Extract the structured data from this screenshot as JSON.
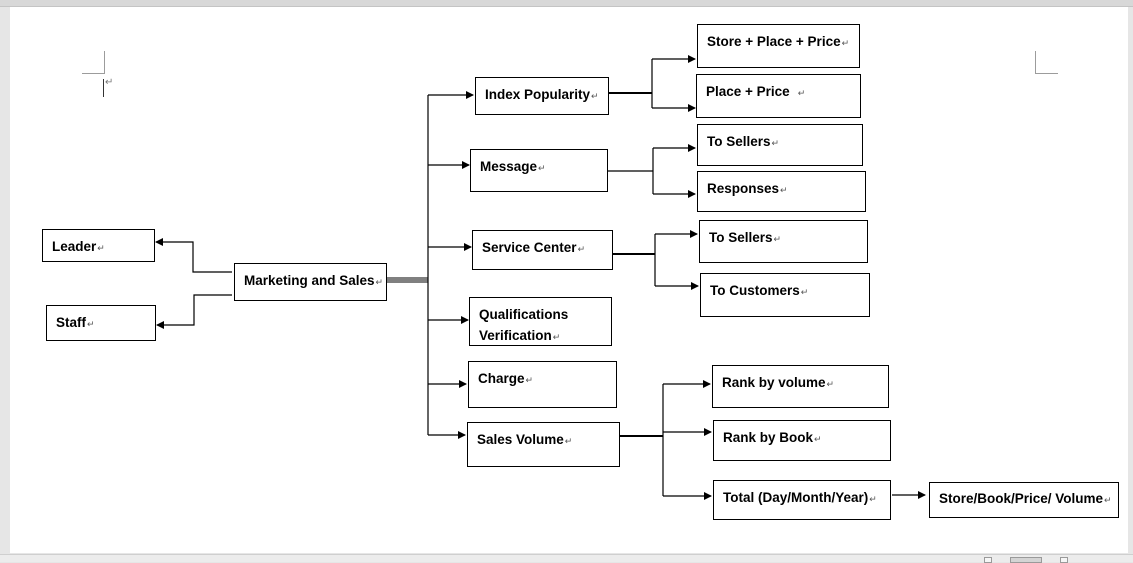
{
  "diagram": {
    "nodes": {
      "leader": "Leader",
      "staff": "Staff",
      "marketing": "Marketing and Sales",
      "index_popularity": "Index Popularity",
      "message": "Message",
      "service_center": "Service Center",
      "qualifications_line1": "Qualifications",
      "qualifications_line2": "Verification",
      "charge": "Charge",
      "sales_volume": "Sales Volume",
      "store_place_price": "Store + Place + Price",
      "place_price": "Place + Price",
      "msg_to_sellers": "To Sellers",
      "responses": "Responses",
      "svc_to_sellers": "To Sellers",
      "to_customers": "To Customers",
      "rank_volume": "Rank by volume",
      "rank_book": "Rank by Book",
      "total": "Total (Day/Month/Year)",
      "store_book_price_volume": "Store/Book/Price/ Volume"
    },
    "paragraph_mark": "↵"
  }
}
